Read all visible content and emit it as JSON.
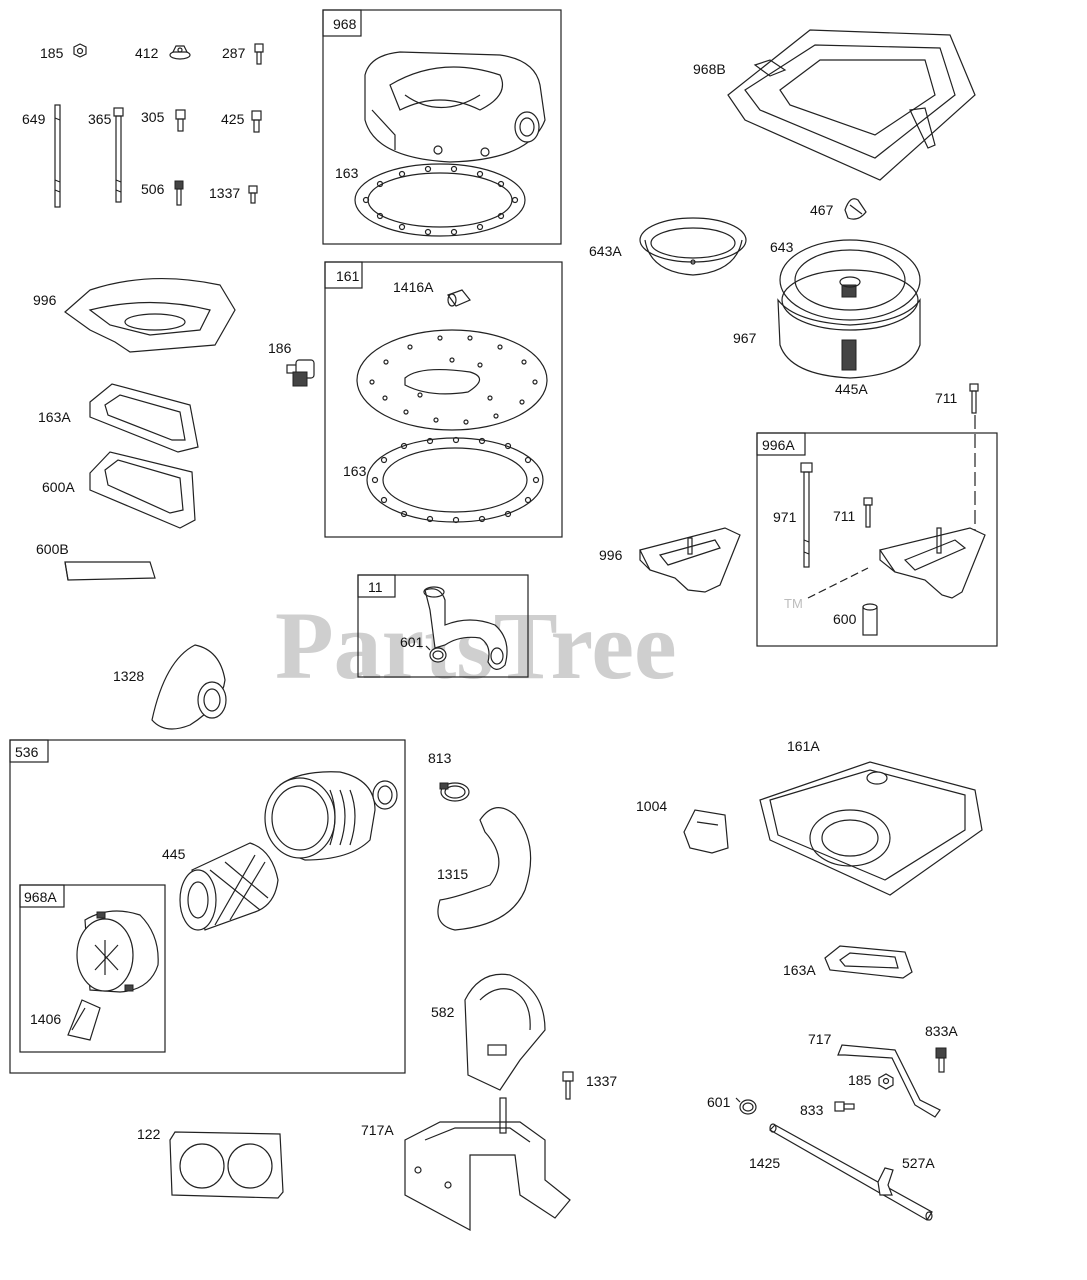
{
  "watermark": {
    "text": "PartsTree",
    "trademark": "TM"
  },
  "boxes": {
    "b968": "968",
    "b161": "161",
    "b11": "11",
    "b996A": "996A",
    "b536": "536",
    "b968A": "968A"
  },
  "labels": {
    "l185a": "185",
    "l412": "412",
    "l287": "287",
    "l649": "649",
    "l365": "365",
    "l305": "305",
    "l425": "425",
    "l506": "506",
    "l1337a": "1337",
    "l163a": "163",
    "l968B": "968B",
    "l467": "467",
    "l643A": "643A",
    "l643": "643",
    "l967": "967",
    "l445A": "445A",
    "l711a": "711",
    "l996a": "996",
    "l186": "186",
    "l1416A": "1416A",
    "l163b": "163",
    "l163Aa": "163A",
    "l600A": "600A",
    "l600B": "600B",
    "l996b": "996",
    "l971": "971",
    "l711b": "711",
    "l600": "600",
    "l601a": "601",
    "l1328": "1328",
    "l813": "813",
    "l161A": "161A",
    "l1004": "1004",
    "l445": "445",
    "l1315": "1315",
    "l1406": "1406",
    "l163Ab": "163A",
    "l582": "582",
    "l717": "717",
    "l833A": "833A",
    "l1337b": "1337",
    "l185b": "185",
    "l601b": "601",
    "l833": "833",
    "l122": "122",
    "l717A": "717A",
    "l1425": "1425",
    "l527A": "527A"
  },
  "colors": {
    "line": "#222222",
    "watermark": "#cfcfcf",
    "background": "#ffffff"
  }
}
